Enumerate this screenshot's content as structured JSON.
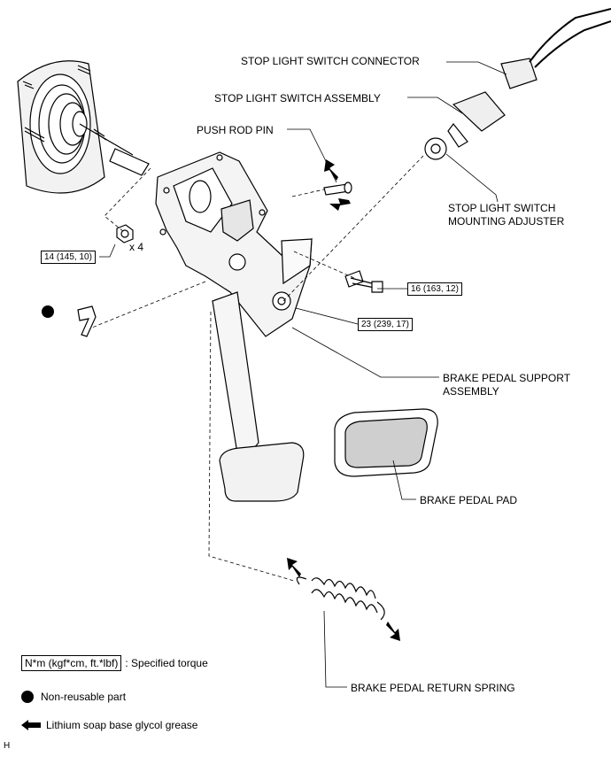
{
  "labels": {
    "stop_light_switch_connector": "STOP LIGHT SWITCH CONNECTOR",
    "stop_light_switch_assembly": "STOP LIGHT SWITCH ASSEMBLY",
    "push_rod_pin": "PUSH ROD PIN",
    "stop_light_switch_mounting_adjuster_1": "STOP LIGHT SWITCH",
    "stop_light_switch_mounting_adjuster_2": "MOUNTING ADJUSTER",
    "brake_pedal_support_assembly_1": "BRAKE PEDAL SUPPORT",
    "brake_pedal_support_assembly_2": "ASSEMBLY",
    "brake_pedal_pad": "BRAKE PEDAL PAD",
    "brake_pedal_return_spring": "BRAKE PEDAL RETURN SPRING",
    "quantity_x4": "x 4",
    "corner_mark": "H"
  },
  "torques": {
    "nut": "14 (145, 10)",
    "bolt": "16 (163, 12)",
    "pivot": "23 (239, 17)"
  },
  "legend": {
    "torque_box": "N*m (kgf*cm, ft.*lbf)",
    "torque_desc": ": Specified torque",
    "non_reusable": "Non-reusable part",
    "grease": "Lithium soap base glycol grease"
  }
}
